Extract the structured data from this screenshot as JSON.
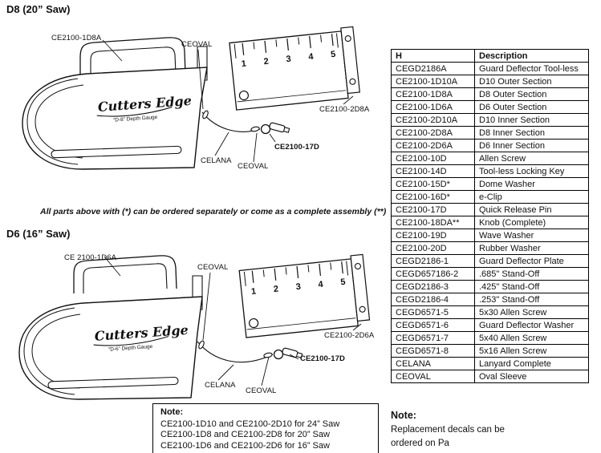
{
  "colors": {
    "ink": "#111111",
    "paper": "#ffffff"
  },
  "d8": {
    "heading": "D8 (20” Saw)",
    "logo": "Cutters Edge",
    "decal": "“D-8” Depth Gauge",
    "ruler": [
      "1",
      "2",
      "3",
      "4",
      "5"
    ],
    "labels": {
      "outer_section": "CE2100-1D8A",
      "oval_top": "CEOVAL",
      "inner_section": "CE2100-2D8A",
      "pin": "CE2100-17D",
      "lanyard": "CELANA",
      "oval_bottom": "CEOVAL"
    },
    "assembly_note": "All parts above with (*) can be ordered separately or come as a complete assembly (**)"
  },
  "d6": {
    "heading": "D6 (16” Saw)",
    "logo": "Cutters Edge",
    "decal": "“D-6” Depth Gauge",
    "ruler": [
      "1",
      "2",
      "3",
      "4",
      "5"
    ],
    "labels": {
      "outer_section": "CE 2100-1D6A",
      "oval_top": "CEOVAL",
      "inner_section": "CE2100-2D6A",
      "pin": "CE2100-17D",
      "lanyard": "CELANA",
      "oval_bottom": "CEOVAL"
    }
  },
  "note_box": {
    "title": "Note:",
    "lines": [
      "CE2100-1D10 and CE2100-2D10 for 24” Saw",
      "CE2100-1D8 and CE2100-2D8 for 20” Saw",
      "CE2100-1D6 and CE2100-2D6 for 16” Saw"
    ]
  },
  "parts_table": {
    "headers": [
      "H",
      "Description"
    ],
    "rows": [
      [
        "CEGD2186A",
        "Guard Deflector Tool-less"
      ],
      [
        "CE2100-1D10A",
        "D10 Outer Section"
      ],
      [
        "CE2100-1D8A",
        "D8 Outer Section"
      ],
      [
        "CE2100-1D6A",
        "D6 Outer Section"
      ],
      [
        "CE2100-2D10A",
        "D10 Inner Section"
      ],
      [
        "CE2100-2D8A",
        "D8 Inner Section"
      ],
      [
        "CE2100-2D6A",
        "D6 Inner Section"
      ],
      [
        "CE2100-10D",
        "Allen Screw"
      ],
      [
        "CE2100-14D",
        "Tool-less Locking Key"
      ],
      [
        "CE2100-15D*",
        "Dome Washer"
      ],
      [
        "CE2100-16D*",
        "e-Clip"
      ],
      [
        "CE2100-17D",
        "Quick Release Pin"
      ],
      [
        "CE2100-18DA**",
        "Knob (Complete)"
      ],
      [
        "CE2100-19D",
        "Wave Washer"
      ],
      [
        "CE2100-20D",
        "Rubber Washer"
      ],
      [
        "CEGD2186-1",
        "Guard Deflector Plate"
      ],
      [
        "CEGD657186-2",
        ".685\" Stand-Off"
      ],
      [
        "CEGD2186-3",
        ".425\" Stand-Off"
      ],
      [
        "CEGD2186-4",
        ".253\" Stand-Off"
      ],
      [
        "CEGD6571-5",
        "5x30 Allen Screw"
      ],
      [
        "CEGD6571-6",
        "Guard Deflector Washer"
      ],
      [
        "CEGD6571-7",
        "5x40 Allen Screw"
      ],
      [
        "CEGD6571-8",
        "5x16 Allen Screw"
      ],
      [
        "CELANA",
        "Lanyard Complete"
      ],
      [
        "CEOVAL",
        "Oval Sleeve"
      ]
    ]
  },
  "right_note": {
    "title": "Note:",
    "lines": [
      "Replacement decals can be",
      "ordered on Pa"
    ]
  }
}
